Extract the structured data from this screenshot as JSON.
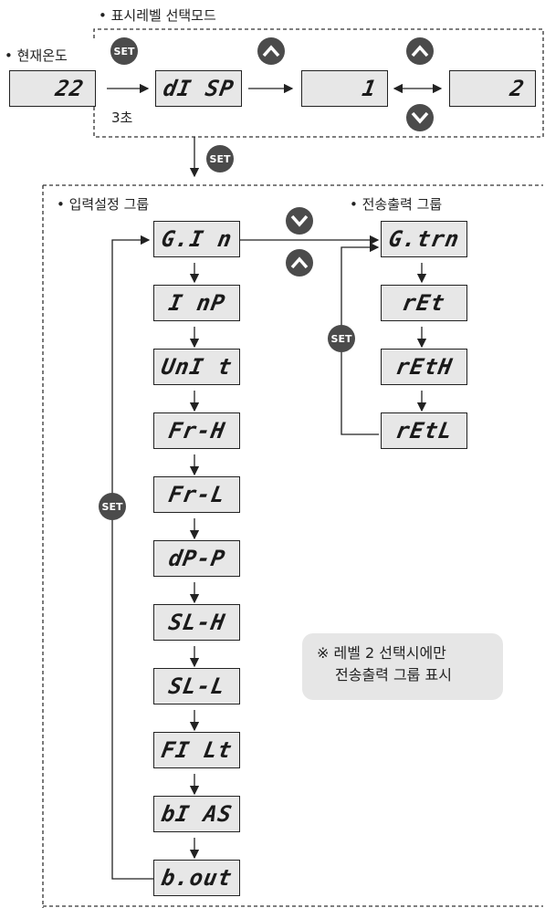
{
  "labels": {
    "display_level_mode": "• 표시레벨 선택모드",
    "current_temp": "• 현재온도",
    "three_sec": "3초",
    "input_group": "• 입력설정 그룹",
    "transmit_group": "• 전송출력 그룹"
  },
  "buttons": {
    "set": "SET"
  },
  "displays": {
    "current": "22",
    "disp": "dI SP",
    "level1": "1",
    "level2": "2",
    "input_items": [
      "G.I n",
      "I nP",
      "UnI t",
      "Fr-H",
      "Fr-L",
      "dP-P",
      "SL-H",
      "SL-L",
      "FI Lt",
      "bI AS",
      "b.out"
    ],
    "transmit_items": [
      "G.trn",
      "rEt",
      "rEtH",
      "rEtL"
    ]
  },
  "note": {
    "line1": "※ 레벨 2 선택시에만",
    "line2": "전송출력 그룹 표시"
  },
  "colors": {
    "display_bg": "#e7e7e7",
    "button_bg": "#4b4b4b",
    "note_bg": "#e6e6e6"
  }
}
